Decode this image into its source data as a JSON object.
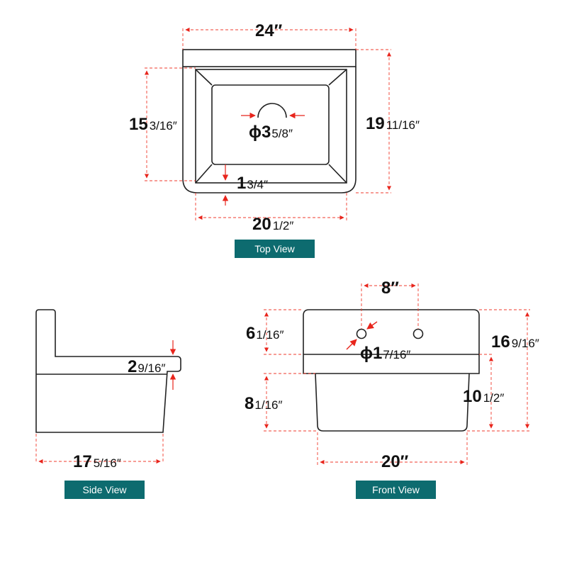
{
  "top_view": {
    "caption": "Top View",
    "width_total": {
      "whole": "24",
      "fraction": "″"
    },
    "depth_total": {
      "whole": "19",
      "fraction": "11/16″"
    },
    "bowl_depth": {
      "whole": "15",
      "fraction": "3/16″"
    },
    "drain_diameter": {
      "prefix": "ϕ3",
      "fraction": "5/8″"
    },
    "rim_width": {
      "whole": "1",
      "fraction": "3/4″"
    },
    "bowl_width": {
      "whole": "20",
      "fraction": "1/2″"
    }
  },
  "side_view": {
    "caption": "Side View",
    "ledge_height": {
      "whole": "2",
      "fraction": "9/16″"
    },
    "depth": {
      "whole": "17",
      "fraction": "5/16″"
    }
  },
  "front_view": {
    "caption": "Front View",
    "faucet_spacing": {
      "whole": "8",
      "fraction": "″"
    },
    "faucet_hole": {
      "prefix": "ϕ1",
      "fraction": "7/16″"
    },
    "top_height": {
      "whole": "6",
      "fraction": "1/16″"
    },
    "total_height": {
      "whole": "16",
      "fraction": "9/16″"
    },
    "bowl_height": {
      "whole": "8",
      "fraction": "1/16″"
    },
    "body_height": {
      "whole": "10",
      "fraction": "1/2″"
    },
    "bottom_width": {
      "whole": "20",
      "fraction": "″"
    }
  },
  "colors": {
    "outline": "#222222",
    "dimension": "#e8251c",
    "caption_bg": "#0d6b6f"
  }
}
